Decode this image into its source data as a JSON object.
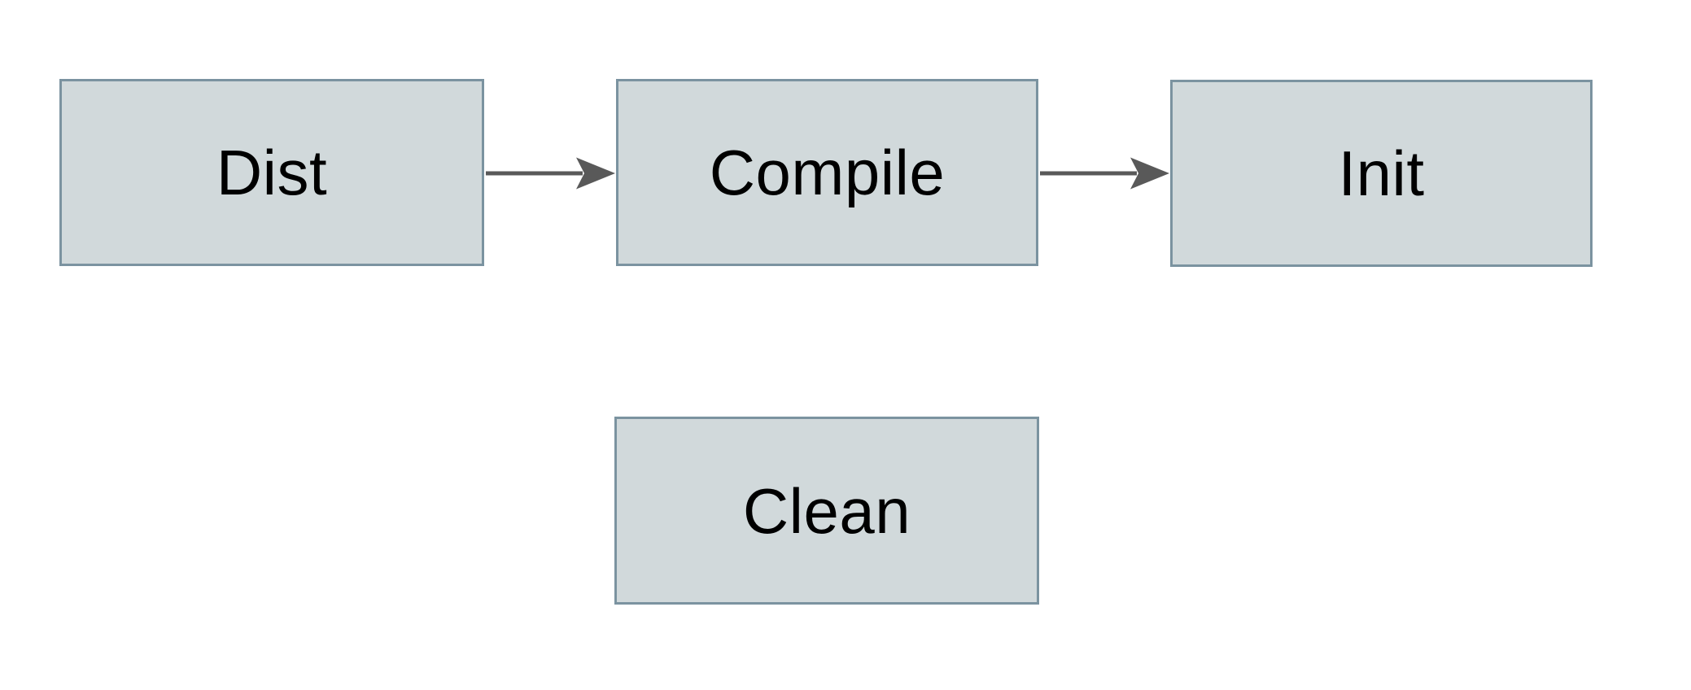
{
  "diagram": {
    "title": "build-tasks-flowchart",
    "nodes": [
      {
        "id": "dist",
        "label": "Dist"
      },
      {
        "id": "compile",
        "label": "Compile"
      },
      {
        "id": "init",
        "label": "Init"
      },
      {
        "id": "clean",
        "label": "Clean"
      }
    ],
    "edges": [
      {
        "from": "dist",
        "to": "compile"
      },
      {
        "from": "compile",
        "to": "init"
      }
    ]
  },
  "colors": {
    "canvas_bg": "#ffffff",
    "node_fill": "#d1d9db",
    "node_border": "#7b93a0",
    "arrow": "#595959",
    "label_text": "#000000"
  }
}
